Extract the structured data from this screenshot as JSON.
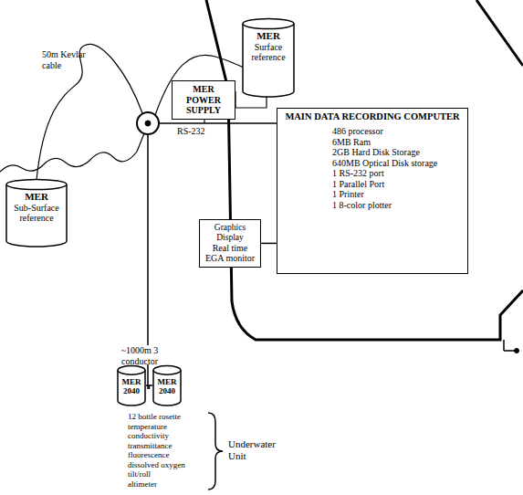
{
  "diagram": {
    "nodes": [
      {
        "text": [
          "MER",
          "Surface reference"
        ]
      },
      {
        "text": [
          "MER POWER SUPPLY"
        ]
      },
      {
        "text": [
          "MAIN DATA RECORDING COMPUTER",
          "486 processor",
          "6MB Ram",
          "2GB Hard Disk Storage",
          "640MB Optical Disk storage",
          "1 RS-232 port",
          "1 Parallel Port",
          "1 Printer",
          "1 8-color plotter"
        ]
      },
      {
        "text": [
          "Graphics Display",
          "Real time",
          "EGA monitor"
        ]
      },
      {
        "text": [
          "MER",
          "Sub-Surface reference"
        ]
      },
      {
        "text": [
          "MER 2040"
        ]
      },
      {
        "text": [
          "MER 2040"
        ]
      }
    ],
    "edges": [
      {
        "from": 3,
        "to": 2,
        "arrow": "none"
      },
      {
        "from": 5,
        "to": 6,
        "arrow": "none"
      }
    ],
    "labels": [
      "50m Kevlar cable",
      "RS-232",
      "~1000m 3 conductor",
      "12 bottle rosette",
      "temperature",
      "conductivity",
      "transmittance",
      "fluorescence",
      "dissolved oxygen",
      "tilt/roll",
      "altimeter",
      "Underwater Unit"
    ]
  }
}
